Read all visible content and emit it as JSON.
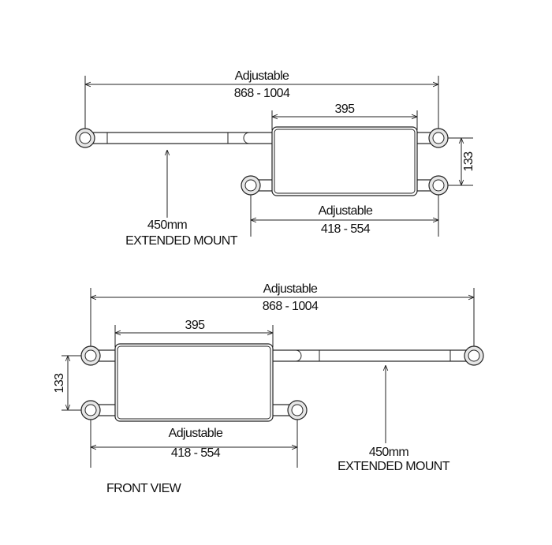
{
  "top_view": {
    "overall_label": "Adjustable",
    "overall_range": "868 - 1004",
    "plate_width": "395",
    "vertical_spacing": "133",
    "lower_label": "Adjustable",
    "lower_range": "418 - 554",
    "mount_length": "450mm",
    "mount_label": "EXTENDED MOUNT"
  },
  "bottom_view": {
    "overall_label": "Adjustable",
    "overall_range": "868 - 1004",
    "plate_width": "395",
    "vertical_spacing": "133",
    "lower_label": "Adjustable",
    "lower_range": "418 - 554",
    "mount_length": "450mm",
    "mount_label": "EXTENDED MOUNT",
    "view_title": "FRONT VIEW"
  }
}
